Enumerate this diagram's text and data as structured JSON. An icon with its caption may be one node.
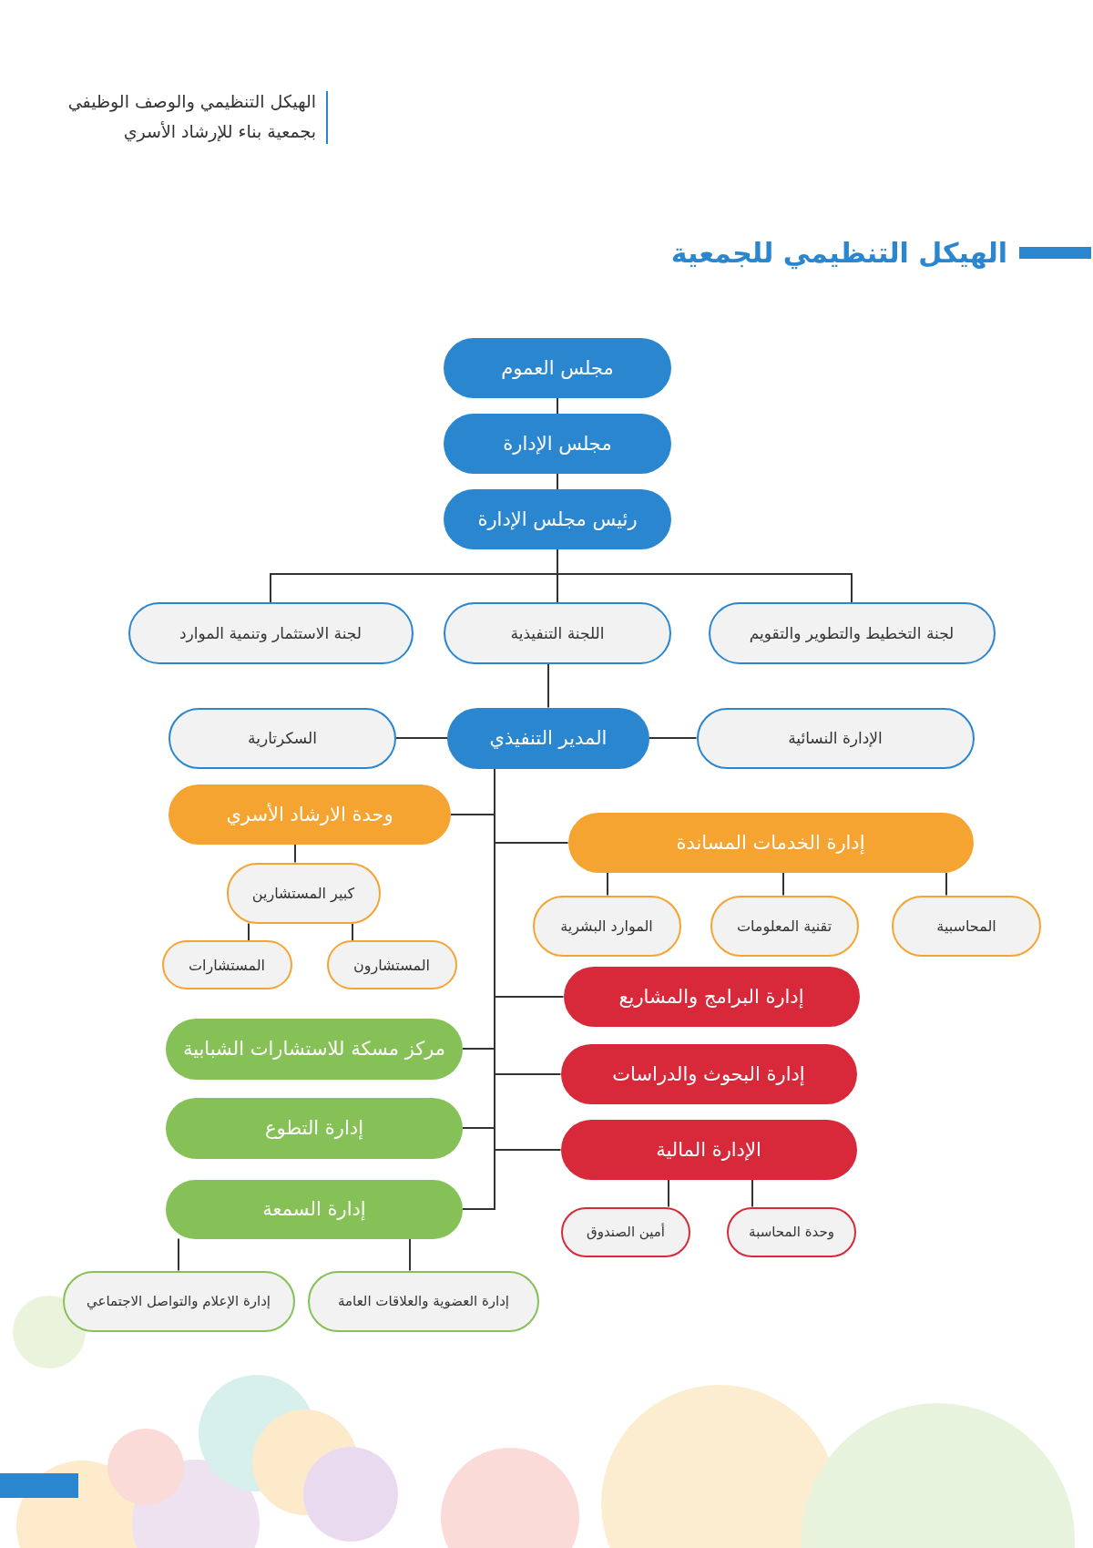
{
  "diagram": {
    "title": "الهيكل التنظيمي للجمعية",
    "nodes": [
      {
        "text": [
          "مجلس العموم"
        ]
      },
      {
        "text": [
          "مجلس الإدارة"
        ]
      },
      {
        "text": [
          "رئيس مجلس الإدارة"
        ]
      },
      {
        "text": [
          "لجنة التخطيط والتطوير والتقويم"
        ]
      },
      {
        "text": [
          "اللجنة التنفيذية"
        ]
      },
      {
        "text": [
          "لجنة الاستثمار وتنمية الموارد"
        ]
      },
      {
        "text": [
          "المدير التنفيذي"
        ]
      },
      {
        "text": [
          "السكرتارية"
        ]
      },
      {
        "text": [
          "الإدارة النسائية"
        ]
      },
      {
        "text": [
          "وحدة الارشاد الأسري"
        ]
      },
      {
        "text": [
          "كبير المستشارين"
        ]
      },
      {
        "text": [
          "المستشارات"
        ]
      },
      {
        "text": [
          "المستشارون"
        ]
      },
      {
        "text": [
          "إدارة الخدمات المساندة"
        ]
      },
      {
        "text": [
          "الموارد البشرية"
        ]
      },
      {
        "text": [
          "تقنية المعلومات"
        ]
      },
      {
        "text": [
          "المحاسبية"
        ]
      },
      {
        "text": [
          "إدارة البرامج والمشاريع"
        ]
      },
      {
        "text": [
          "إدارة البحوث والدراسات"
        ]
      },
      {
        "text": [
          "الإدارة المالية"
        ]
      },
      {
        "text": [
          "أمين الصندوق"
        ]
      },
      {
        "text": [
          "وحدة المحاسبة"
        ]
      },
      {
        "text": [
          "مركز مسكة للاستشارات الشبابية"
        ]
      },
      {
        "text": [
          "إدارة التطوع"
        ]
      },
      {
        "text": [
          "إدارة السمعة"
        ]
      },
      {
        "text": [
          "إدارة الإعلام والتواصل الاجتماعي"
        ]
      },
      {
        "text": [
          "إدارة العضوية والعلاقات العامة"
        ]
      }
    ],
    "edges": [
      {
        "from": 0,
        "to": 1,
        "arrow": "none"
      },
      {
        "from": 1,
        "to": 2,
        "arrow": "none"
      },
      {
        "from": 2,
        "to": 3,
        "arrow": "none"
      },
      {
        "from": 2,
        "to": 4,
        "arrow": "none"
      },
      {
        "from": 2,
        "to": 5,
        "arrow": "none"
      },
      {
        "from": 4,
        "to": 6,
        "arrow": "none"
      },
      {
        "from": 6,
        "to": 7,
        "arrow": "none"
      },
      {
        "from": 6,
        "to": 8,
        "arrow": "none"
      },
      {
        "from": 6,
        "to": 9,
        "arrow": "none"
      },
      {
        "from": 6,
        "to": 13,
        "arrow": "none"
      },
      {
        "from": 6,
        "to": 17,
        "arrow": "none"
      },
      {
        "from": 6,
        "to": 18,
        "arrow": "none"
      },
      {
        "from": 6,
        "to": 19,
        "arrow": "none"
      },
      {
        "from": 6,
        "to": 22,
        "arrow": "none"
      },
      {
        "from": 6,
        "to": 23,
        "arrow": "none"
      },
      {
        "from": 6,
        "to": 24,
        "arrow": "none"
      },
      {
        "from": 9,
        "to": 10,
        "arrow": "none"
      },
      {
        "from": 10,
        "to": 11,
        "arrow": "none"
      },
      {
        "from": 10,
        "to": 12,
        "arrow": "none"
      },
      {
        "from": 13,
        "to": 14,
        "arrow": "none"
      },
      {
        "from": 13,
        "to": 15,
        "arrow": "none"
      },
      {
        "from": 13,
        "to": 16,
        "arrow": "none"
      },
      {
        "from": 19,
        "to": 20,
        "arrow": "none"
      },
      {
        "from": 19,
        "to": 21,
        "arrow": "none"
      },
      {
        "from": 24,
        "to": 25,
        "arrow": "none"
      },
      {
        "from": 24,
        "to": 26,
        "arrow": "none"
      }
    ],
    "labels": [
      "الهيكل التنظيمي والوصف الوظيفي بجمعية بناء للإرشاد الأسري"
    ]
  }
}
